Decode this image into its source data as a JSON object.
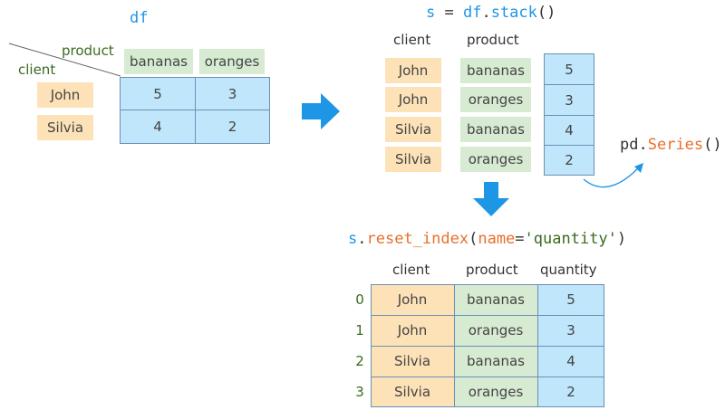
{
  "df_section": {
    "title": "df",
    "corner_col_label": "product",
    "corner_row_label": "client",
    "columns": [
      "bananas",
      "oranges"
    ],
    "rows": [
      "John",
      "Silvia"
    ],
    "values": [
      [
        "5",
        "3"
      ],
      [
        "4",
        "2"
      ]
    ]
  },
  "stack_section": {
    "code": {
      "var": "s",
      "eq": " = ",
      "obj": "df",
      "dot": ".",
      "method": "stack",
      "parens": "()"
    },
    "headers": [
      "client",
      "product"
    ],
    "clients": [
      "John",
      "John",
      "Silvia",
      "Silvia"
    ],
    "products": [
      "bananas",
      "oranges",
      "bananas",
      "oranges"
    ],
    "values": [
      "5",
      "3",
      "4",
      "2"
    ],
    "series_code": {
      "obj": "pd",
      "dot": ".",
      "method": "Series",
      "parens": "()"
    }
  },
  "reset_section": {
    "code": {
      "obj": "s",
      "dot": ".",
      "method": "reset_index",
      "open": "(",
      "param": "name",
      "eq": "=",
      "arg": "'quantity'",
      "close": ")"
    },
    "headers": [
      "client",
      "product",
      "quantity"
    ],
    "index": [
      "0",
      "1",
      "2",
      "3"
    ],
    "clients": [
      "John",
      "John",
      "Silvia",
      "Silvia"
    ],
    "products": [
      "bananas",
      "oranges",
      "bananas",
      "oranges"
    ],
    "quantities": [
      "5",
      "3",
      "4",
      "2"
    ]
  },
  "colors": {
    "index_label": "#fde2b8",
    "column_label": "#d7ead2",
    "value": "#bfe6fb",
    "arrow": "#1e96e6",
    "code_accent": "#e8702a"
  }
}
